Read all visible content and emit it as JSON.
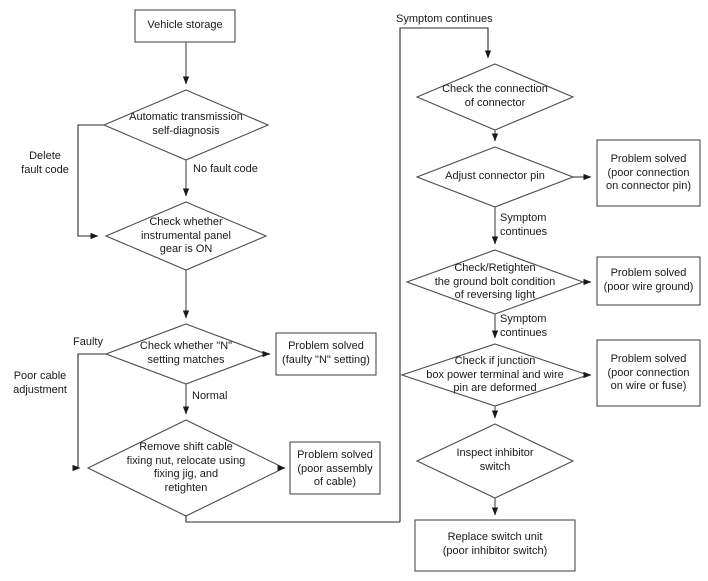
{
  "diagram": {
    "title": "Automatic transmission diagnostic flowchart",
    "colors": {
      "shape_stroke": "#4d4d4d",
      "connector": "#6e6e6e",
      "text": "#1a1a1a",
      "background": "#ffffff"
    }
  },
  "left_branch": {
    "nodes": [
      {
        "id": "vehicle-storage",
        "type": "box",
        "text": "Vehicle storage"
      },
      {
        "id": "auto-trans-self-diagnosis",
        "type": "diamond",
        "text": "Automatic transmission\nself-diagnosis"
      },
      {
        "id": "check-instrumental-panel-gear",
        "type": "diamond",
        "text": "Check whether\ninstrumental panel\ngear is ON"
      },
      {
        "id": "check-n-setting",
        "type": "diamond",
        "text": "Check whether \"N\"\nsetting matches"
      },
      {
        "id": "problem-solved-n-setting",
        "type": "box",
        "text": "Problem solved\n(faulty \"N\" setting)"
      },
      {
        "id": "remove-shift-cable",
        "type": "diamond",
        "text": "Remove shift cable\nfixing nut, relocate using\nfixing jig, and\nretighten"
      },
      {
        "id": "problem-solved-cable-assembly",
        "type": "box",
        "text": "Problem solved\n(poor assembly\nof cable)"
      }
    ],
    "edge_labels": [
      {
        "id": "delete-fault-code",
        "text": "Delete\nfault code"
      },
      {
        "id": "no-fault-code",
        "text": "No fault code"
      },
      {
        "id": "faulty",
        "text": "Faulty"
      },
      {
        "id": "normal",
        "text": "Normal"
      },
      {
        "id": "poor-cable-adjustment",
        "text": "Poor cable\nadjustment"
      }
    ]
  },
  "right_branch": {
    "nodes": [
      {
        "id": "check-connection-of-connector",
        "type": "diamond",
        "text": "Check the connection\nof connector"
      },
      {
        "id": "adjust-connector-pin",
        "type": "diamond",
        "text": "Adjust connector pin"
      },
      {
        "id": "problem-solved-connector-pin",
        "type": "box",
        "text": "Problem solved\n(poor connection\non connector pin)"
      },
      {
        "id": "check-retighten-ground-bolt",
        "type": "diamond",
        "text": "Check/Retighten\nthe ground bolt condition\nof reversing light"
      },
      {
        "id": "problem-solved-wire-ground",
        "type": "box",
        "text": "Problem solved\n(poor wire ground)"
      },
      {
        "id": "check-junction-box-terminal",
        "type": "diamond",
        "text": "Check if junction\nbox power terminal and wire\npin are deformed"
      },
      {
        "id": "problem-solved-wire-or-fuse",
        "type": "box",
        "text": "Problem solved\n(poor connection\non wire or fuse)"
      },
      {
        "id": "inspect-inhibitor-switch",
        "type": "diamond",
        "text": "Inspect inhibitor\nswitch"
      },
      {
        "id": "replace-switch-unit",
        "type": "box",
        "text": "Replace switch unit\n(poor inhibitor switch)"
      }
    ],
    "edge_labels": [
      {
        "id": "symptom-continues-top",
        "text": "Symptom continues"
      },
      {
        "id": "symptom-continues-1",
        "text": "Symptom\ncontinues"
      },
      {
        "id": "symptom-continues-2",
        "text": "Symptom\ncontinues"
      },
      {
        "id": "symptom-continues-3",
        "text": "Symptom\ncontinues"
      }
    ]
  }
}
